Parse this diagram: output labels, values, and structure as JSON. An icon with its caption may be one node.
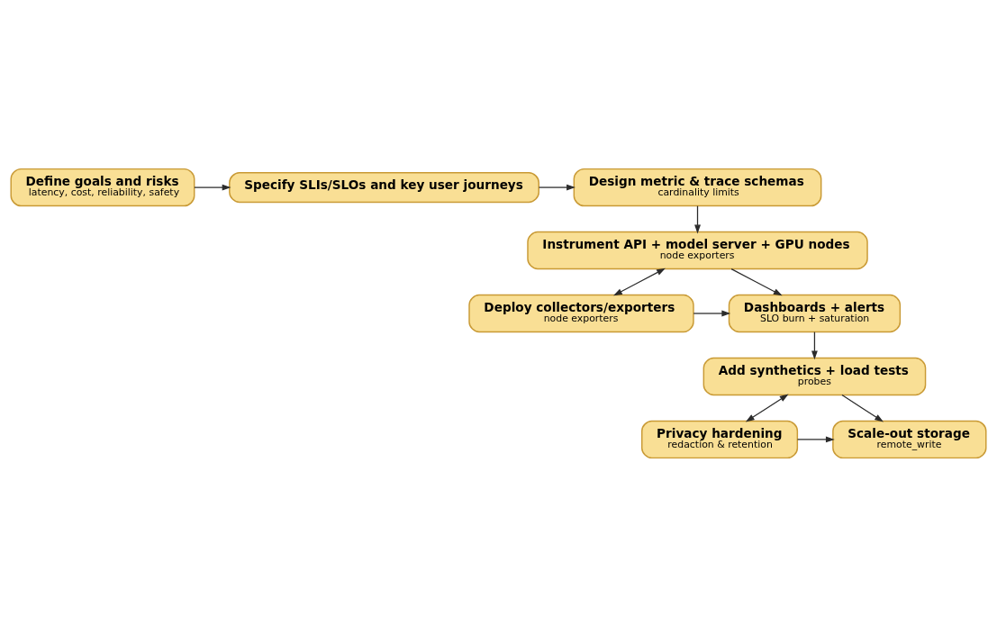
{
  "diagram": {
    "nodes": [
      {
        "text": [
          "Define goals and risks",
          "latency, cost, reliability, safety"
        ]
      },
      {
        "text": [
          "Specify SLIs/SLOs and key user journeys"
        ]
      },
      {
        "text": [
          "Design metric & trace schemas",
          "cardinality limits"
        ]
      },
      {
        "text": [
          "Instrument API + model server + GPU nodes",
          "node exporters"
        ]
      },
      {
        "text": [
          "Deploy collectors/exporters",
          "node exporters"
        ]
      },
      {
        "text": [
          "Dashboards + alerts",
          "SLO burn + saturation"
        ]
      },
      {
        "text": [
          "Add synthetics + load tests",
          "probes"
        ]
      },
      {
        "text": [
          "Privacy hardening",
          "redaction & retention"
        ]
      },
      {
        "text": [
          "Scale-out storage",
          "remote_write"
        ]
      }
    ],
    "edges": [
      {
        "from": 0,
        "to": 1,
        "arrow": "to"
      },
      {
        "from": 1,
        "to": 2,
        "arrow": "to"
      },
      {
        "from": 2,
        "to": 3,
        "arrow": "to"
      },
      {
        "from": 3,
        "to": 4,
        "arrow": "both"
      },
      {
        "from": 3,
        "to": 5,
        "arrow": "to"
      },
      {
        "from": 4,
        "to": 5,
        "arrow": "to"
      },
      {
        "from": 5,
        "to": 6,
        "arrow": "to"
      },
      {
        "from": 6,
        "to": 7,
        "arrow": "both"
      },
      {
        "from": 7,
        "to": 8,
        "arrow": "to"
      },
      {
        "from": 6,
        "to": 8,
        "arrow": "to"
      }
    ]
  }
}
